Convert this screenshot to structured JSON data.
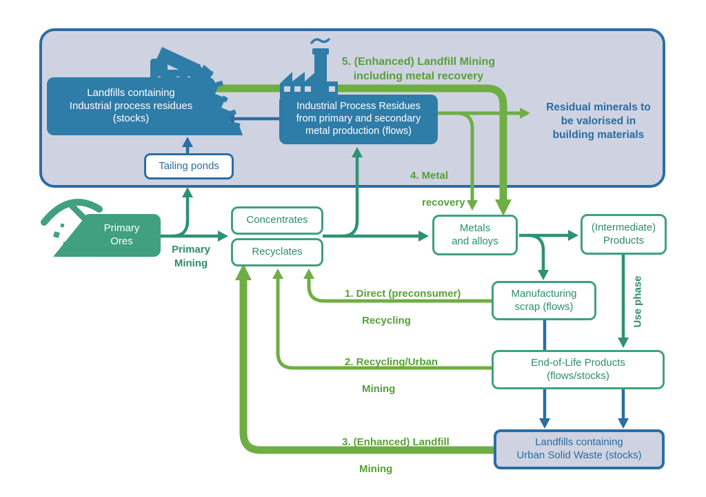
{
  "title": "Metal production, recycling and (enhanced) landfill mining flow diagram",
  "colors": {
    "panel_fill": "#CFD3E1",
    "blue_box_fill": "#2E7CA8",
    "blue_line": "#2C6DA4",
    "blue_text": "#2A6CA0",
    "teal_line": "#2E9174",
    "teal_border": "#3EA07E",
    "teal_text": "#2E8C6D",
    "ores_fill": "#40A080",
    "green_line": "#6FAE44",
    "green_text": "#56A038"
  },
  "top_panel": {
    "landfills_industrial_box": "Landfills containing\nIndustrial process residues\n(stocks)",
    "tailing_ponds_box": "Tailing ponds",
    "industrial_residues_box": "Industrial Process Residues\nfrom primary and secondary\nmetal production (flows)",
    "flow5_label": "5. (Enhanced) Landfill Mining\nincluding metal recovery",
    "residual_minerals_label": "Residual minerals to\nbe valorised in\nbuilding materials",
    "flow4_label_line1": "4. Metal",
    "flow4_label_line2": "recovery"
  },
  "main": {
    "primary_ores_box": "Primary\nOres",
    "primary_mining_label": "Primary\nMining",
    "concentrates_box": "Concentrates",
    "recyclates_box": "Recyclates",
    "metals_box": "Metals\nand alloys",
    "intermediate_box": "(Intermediate)\nProducts",
    "manufacturing_box": "Manufacturing\nscrap (flows)",
    "use_phase_label": "Use phase",
    "eol_box": "End-of-Life Products\n(flows/stocks)",
    "landfills_urban_box": "Landfills containing\nUrban Solid Waste (stocks)",
    "flow1_label_line1": "1. Direct (preconsumer)",
    "flow1_label_line2": "Recycling",
    "flow2_label_line1": "2. Recycling/Urban",
    "flow2_label_line2": "Mining",
    "flow3_label_line1": "3. (Enhanced) Landfill",
    "flow3_label_line2": "Mining"
  },
  "icons": [
    "dump-truck-icon",
    "landfill-pile-icon",
    "factory-icon",
    "pickaxe-icon",
    "ore-pile-icon"
  ]
}
